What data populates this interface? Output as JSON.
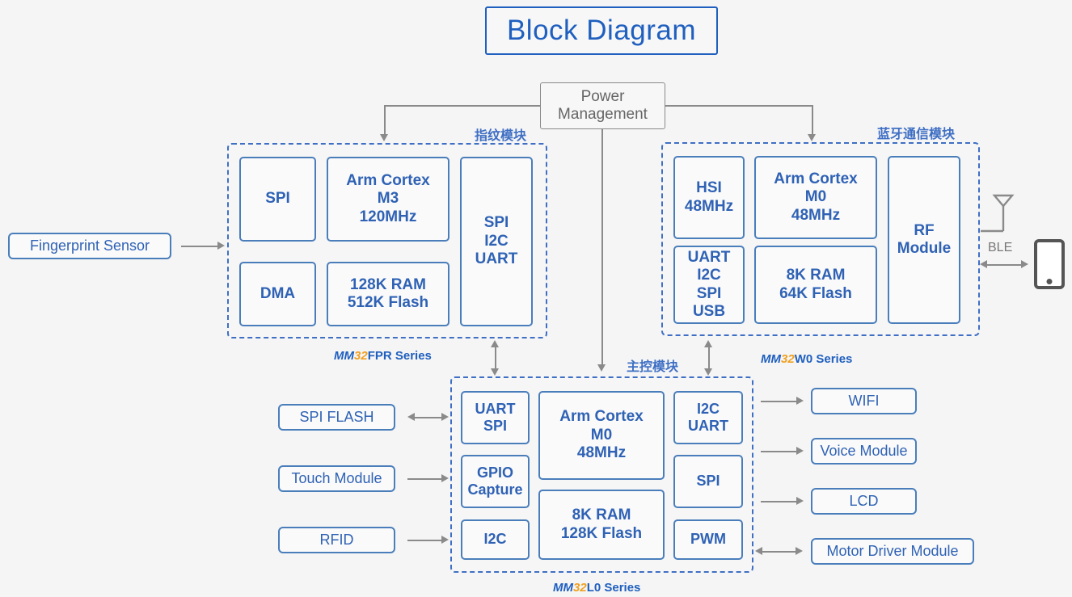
{
  "title": "Block Diagram",
  "power": {
    "label": "Power\nManagement",
    "line1": "Power",
    "line2": "Management"
  },
  "colors": {
    "accent_blue": "#2f62b5",
    "border_blue": "#4a7ebb",
    "dashed_blue": "#3f6fc4",
    "title_blue": "#1f5fbf",
    "orange": "#f0a020",
    "line_gray": "#8a8a8a",
    "background": "#f5f5f5"
  },
  "modules": {
    "fingerprint": {
      "cn_label": "指纹模块",
      "series": {
        "mm": "MM",
        "num": "32",
        "rest": "FPR Series"
      },
      "blocks": [
        {
          "name": "spi",
          "text": "SPI"
        },
        {
          "name": "dma",
          "text": "DMA"
        },
        {
          "name": "core",
          "line1": "Arm Cortex",
          "line2": "M3",
          "line3": "120MHz"
        },
        {
          "name": "memory",
          "line1": "128K RAM",
          "line2": "512K Flash"
        },
        {
          "name": "interfaces",
          "line1": "SPI",
          "line2": "I2C",
          "line3": "UART"
        }
      ]
    },
    "bluetooth": {
      "cn_label": "蓝牙通信模块",
      "series": {
        "mm": "MM",
        "num": "32",
        "rest": "W0 Series"
      },
      "blocks": [
        {
          "name": "hsi",
          "line1": "HSI",
          "line2": "48MHz"
        },
        {
          "name": "interfaces",
          "line1": "UART",
          "line2": "I2C",
          "line3": "SPI",
          "line4": "USB"
        },
        {
          "name": "core",
          "line1": "Arm Cortex",
          "line2": "M0",
          "line3": "48MHz"
        },
        {
          "name": "memory",
          "line1": "8K RAM",
          "line2": "64K Flash"
        },
        {
          "name": "rf",
          "line1": "RF",
          "line2": "Module"
        }
      ]
    },
    "main_control": {
      "cn_label": "主控模块",
      "series": {
        "mm": "MM",
        "num": "32",
        "rest": "L0 Series"
      },
      "blocks": [
        {
          "name": "uart-spi",
          "line1": "UART",
          "line2": "SPI"
        },
        {
          "name": "gpio-capture",
          "line1": "GPIO",
          "line2": "Capture"
        },
        {
          "name": "i2c",
          "line1": "I2C"
        },
        {
          "name": "core",
          "line1": "Arm Cortex",
          "line2": "M0",
          "line3": "48MHz"
        },
        {
          "name": "memory",
          "line1": "8K RAM",
          "line2": "128K Flash"
        },
        {
          "name": "i2c-uart",
          "line1": "I2C",
          "line2": "UART"
        },
        {
          "name": "spi",
          "line1": "SPI"
        },
        {
          "name": "pwm",
          "line1": "PWM"
        }
      ]
    }
  },
  "peripherals": {
    "fingerprint_sensor": {
      "label": "Fingerprint Sensor",
      "arrow": "right"
    },
    "left": [
      {
        "name": "spi-flash",
        "label": "SPI FLASH",
        "arrow": "both"
      },
      {
        "name": "touch-module",
        "label": "Touch Module",
        "arrow": "right"
      },
      {
        "name": "rfid",
        "label": "RFID",
        "arrow": "right"
      }
    ],
    "right": [
      {
        "name": "wifi",
        "label": "WIFI",
        "arrow": "right"
      },
      {
        "name": "voice-module",
        "label": "Voice Module",
        "arrow": "right"
      },
      {
        "name": "lcd",
        "label": "LCD",
        "arrow": "right"
      },
      {
        "name": "motor-driver-module",
        "label": "Motor Driver Module",
        "arrow": "both"
      }
    ]
  },
  "wireless": {
    "antenna_icon": "antenna-icon",
    "ble_label": "BLE",
    "phone_icon": "smartphone-icon"
  }
}
